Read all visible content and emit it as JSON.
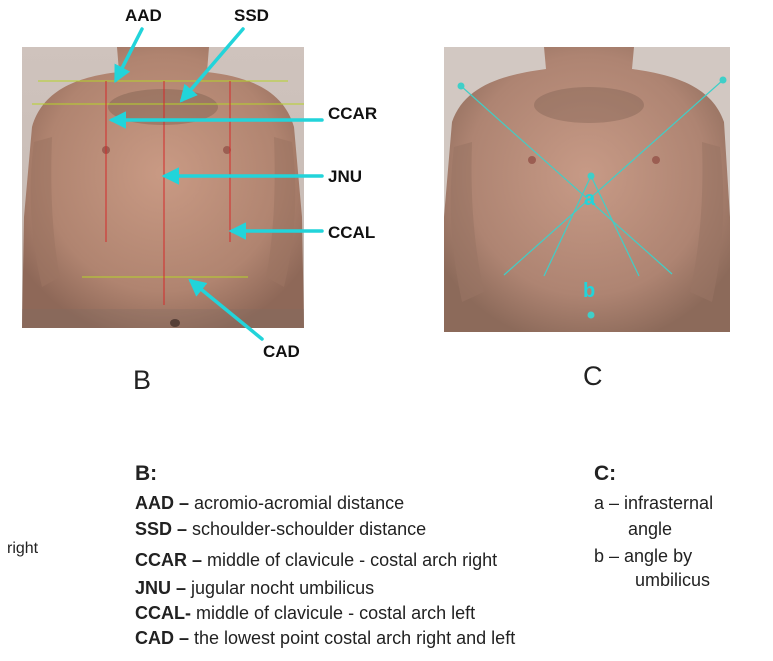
{
  "callouts": {
    "aad": "AAD",
    "ssd": "SSD",
    "ccar": "CCAR",
    "jnu": "JNU",
    "ccal": "CCAL",
    "cad": "CAD"
  },
  "panels": {
    "b": "B",
    "c": "C"
  },
  "point_labels": {
    "a": "a",
    "b": "b"
  },
  "legend_b": {
    "title": "B:",
    "items": [
      {
        "abbr": "AAD –",
        "text": " acromio-acromial distance"
      },
      {
        "abbr": "SSD –",
        "text": " schoulder-schoulder distance"
      },
      {
        "abbr": "CCAR –",
        "text": " middle of clavicule  - costal arch right"
      },
      {
        "abbr": "JNU –",
        "text": " jugular nocht umbilicus"
      },
      {
        "abbr": "CCAL-",
        "text": " middle of clavicule - costal arch left"
      },
      {
        "abbr": "CAD –",
        "text": " the lowest point costal arch right and left"
      }
    ]
  },
  "legend_c": {
    "title": "C:",
    "lines": [
      "a – infrasternal",
      "angle",
      "b – angle by",
      "umbilicus"
    ]
  },
  "stray_text": "right",
  "colors": {
    "arrow": "#22d4da",
    "measure_red": "#d42a2a",
    "measure_green": "#b6d42a",
    "line_c": "#3fcfc8",
    "background": "#ffffff"
  }
}
